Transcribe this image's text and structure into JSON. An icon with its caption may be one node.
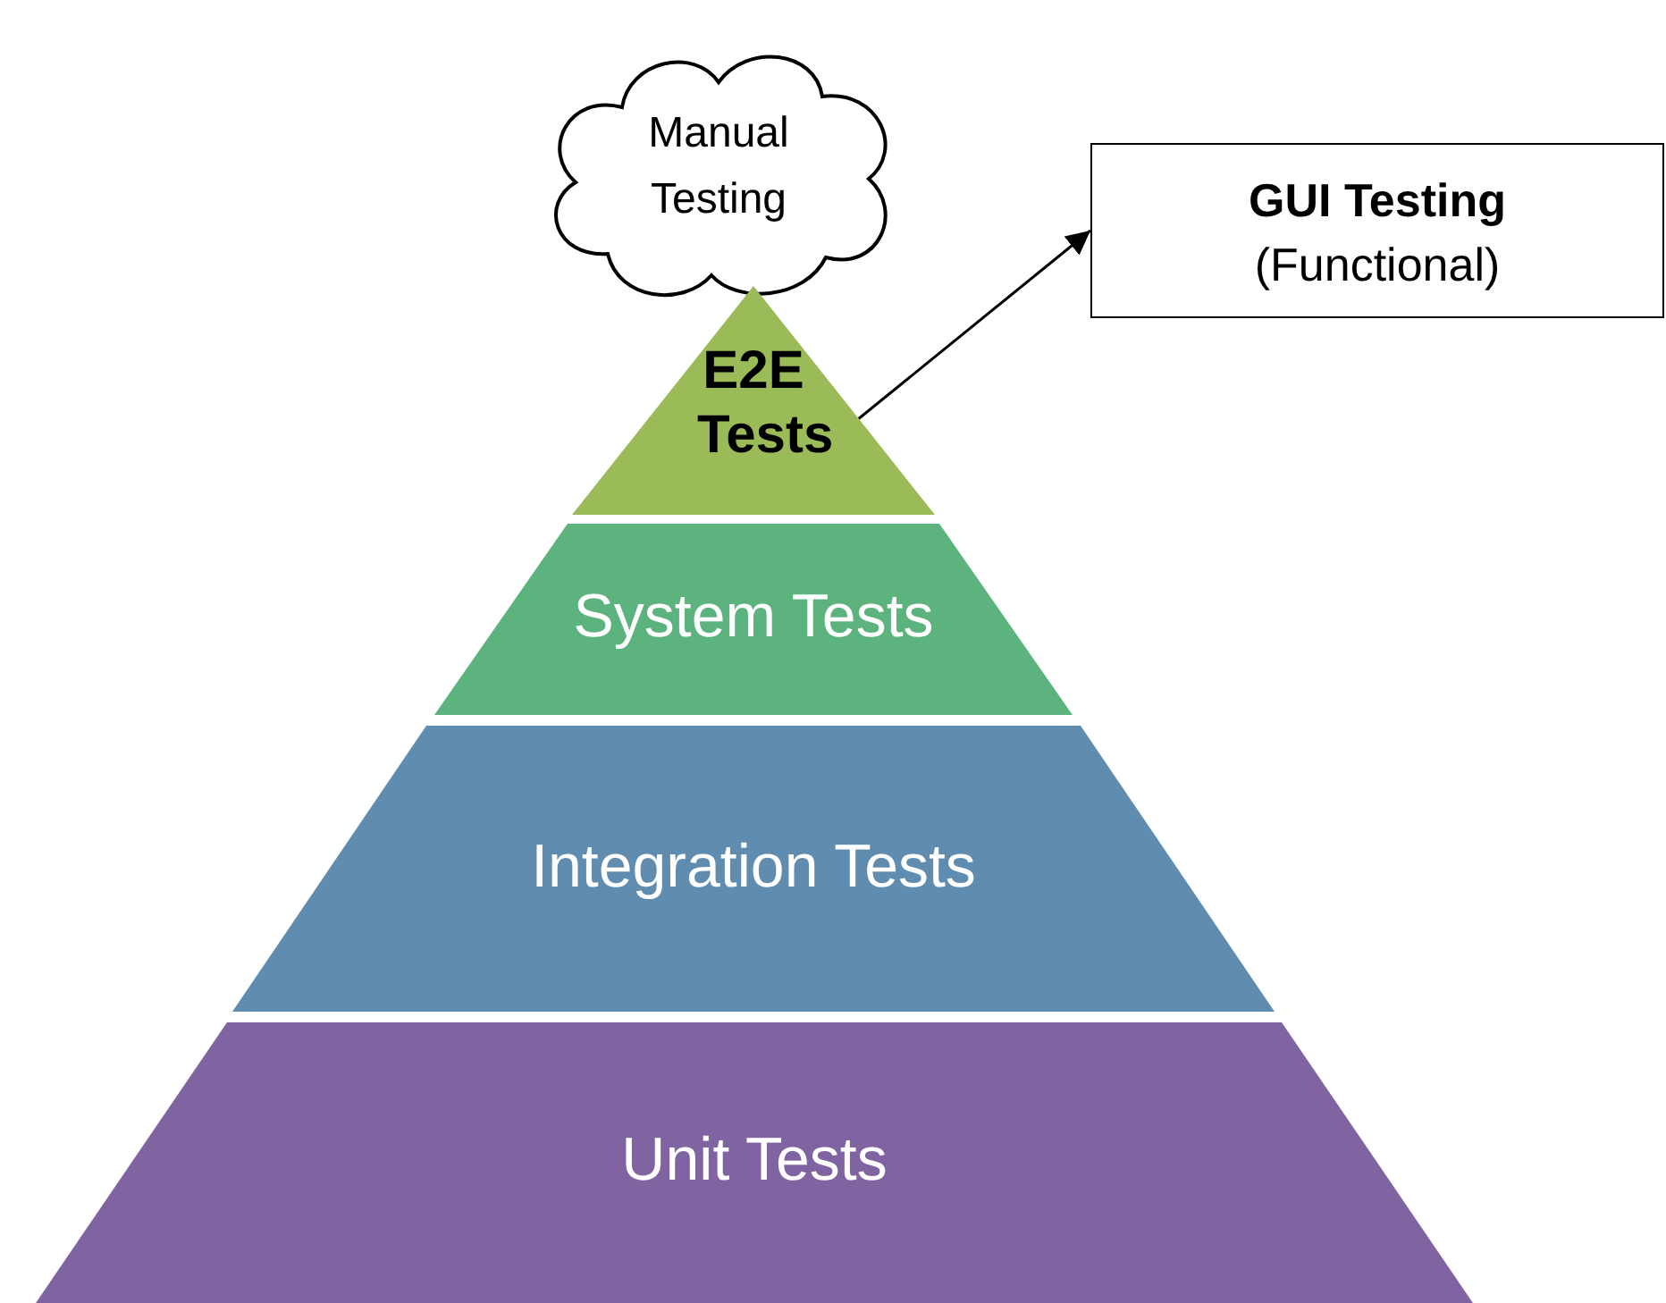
{
  "diagram": {
    "nodes": [
      {
        "text": [
          "Manual Testing"
        ]
      },
      {
        "text": [
          "E2E Tests"
        ]
      },
      {
        "text": [
          "System Tests"
        ]
      },
      {
        "text": [
          "Integration Tests"
        ]
      },
      {
        "text": [
          "Unit Tests"
        ]
      },
      {
        "text": [
          "GUI Testing",
          "(Functional)"
        ]
      }
    ],
    "edges": [
      {
        "from": 1,
        "to": 5,
        "arrow": "to"
      }
    ]
  }
}
